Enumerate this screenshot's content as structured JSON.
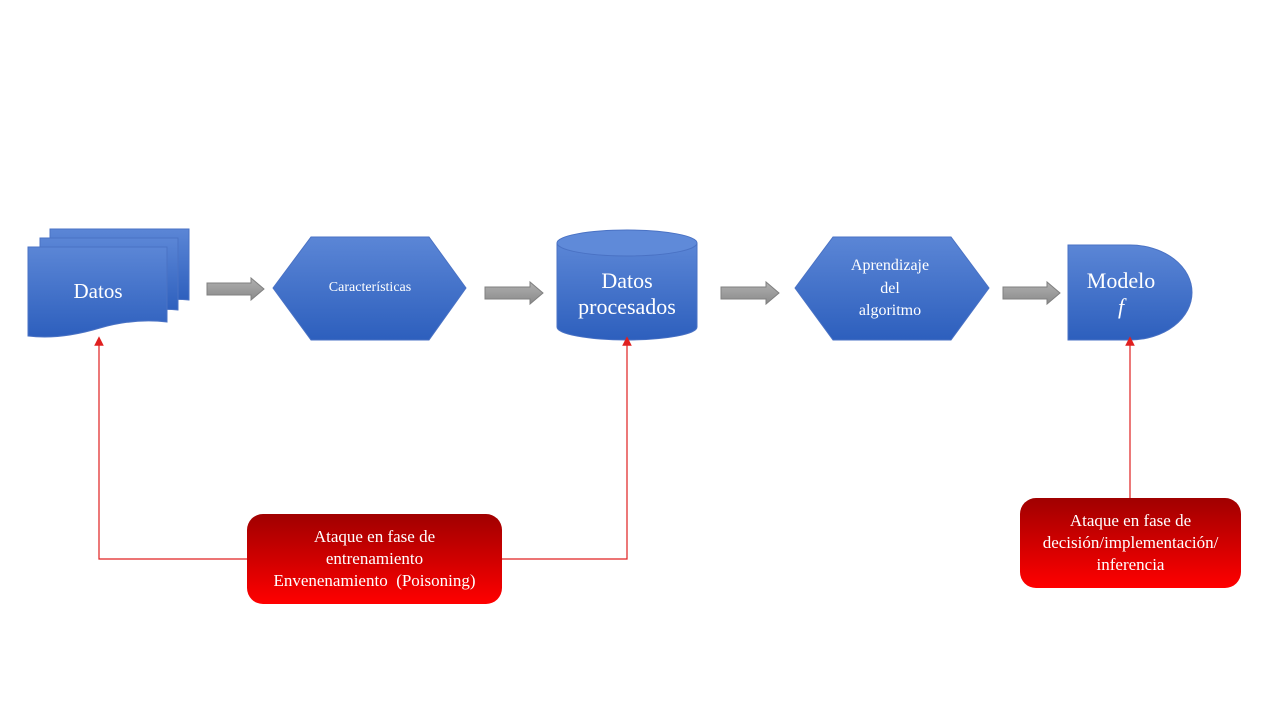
{
  "nodes": {
    "datos": "Datos",
    "caracteristicas": "Características",
    "datos_procesados": [
      "Datos",
      "procesados"
    ],
    "aprendizaje": [
      "Aprendizaje",
      "del",
      "algoritmo"
    ],
    "modelo": "Modelo",
    "modelo_symbol": "f"
  },
  "attacks": {
    "training": [
      "Ataque en fase de",
      "entrenamiento",
      "Envenenamiento  (Poisoning)"
    ],
    "inference": [
      "Ataque en fase de",
      "decisión/implementación/",
      "inferencia"
    ]
  },
  "colors": {
    "node_top": "#5b86d6",
    "node_bottom": "#2d5fbd",
    "arrow": "#9e9e9e",
    "attack_top": "#a00000",
    "attack_bottom": "#ff0000",
    "connector": "#e02020"
  }
}
